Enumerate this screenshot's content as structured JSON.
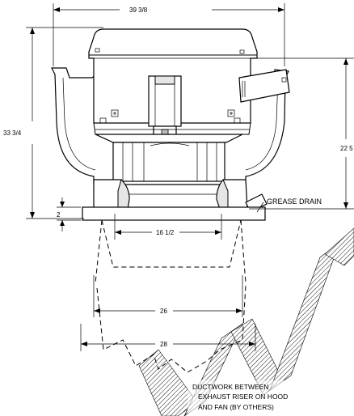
{
  "dimensions": {
    "top_width": "39 3/8",
    "overall_height": "33 3/4",
    "fan_height": "22 5",
    "curb_height": "2",
    "inner_width": "16 1/2",
    "duct_inner": "26",
    "duct_outer": "28"
  },
  "callouts": {
    "grease_drain": "GREASE DRAIN",
    "ductwork_line1": "DUCTWORK BETWEEN",
    "ductwork_line2": "EXHAUST RISER ON HOOD",
    "ductwork_line3": "AND FAN (BY OTHERS)"
  }
}
